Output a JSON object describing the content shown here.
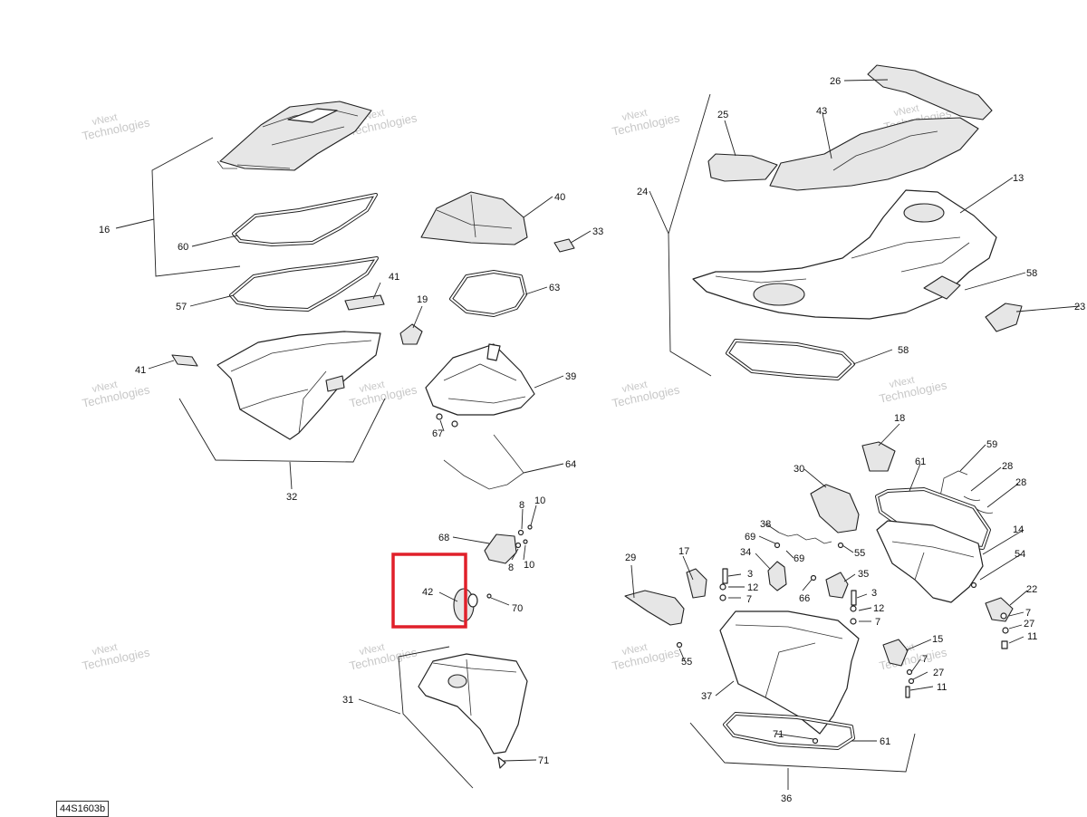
{
  "diagram_id": "44S1603b",
  "watermark": {
    "line1": "vNext",
    "line2": "Technologies"
  },
  "highlight": {
    "part": "42",
    "color": "#e0202a"
  },
  "callouts": {
    "c16": "16",
    "c60": "60",
    "c57": "57",
    "c41a": "41",
    "c41b": "41",
    "c32": "32",
    "c40": "40",
    "c33": "33",
    "c63": "63",
    "c19": "19",
    "c39": "39",
    "c67": "67",
    "c64": "64",
    "c8a": "8",
    "c10a": "10",
    "c68": "68",
    "c8b": "8",
    "c10b": "10",
    "c42": "42",
    "c70": "70",
    "c31": "31",
    "c71a": "71",
    "c26": "26",
    "c25": "25",
    "c43": "43",
    "c24": "24",
    "c13": "13",
    "c58a": "58",
    "c23": "23",
    "c58b": "58",
    "c18": "18",
    "c59": "59",
    "c30": "30",
    "c61a": "61",
    "c28a": "28",
    "c28b": "28",
    "c38": "38",
    "c69a": "69",
    "c69b": "69",
    "c55a": "55",
    "c14": "14",
    "c54": "54",
    "c29": "29",
    "c17": "17",
    "c34": "34",
    "c3a": "3",
    "c12a": "12",
    "c7a": "7",
    "c66": "66",
    "c35": "35",
    "c3b": "3",
    "c12b": "12",
    "c7b": "7",
    "c22": "22",
    "c7c": "7",
    "c27a": "27",
    "c11a": "11",
    "c15": "15",
    "c7d": "7",
    "c27b": "27",
    "c11b": "11",
    "c55b": "55",
    "c37": "37",
    "c71b": "71",
    "c61b": "61",
    "c36": "36"
  }
}
